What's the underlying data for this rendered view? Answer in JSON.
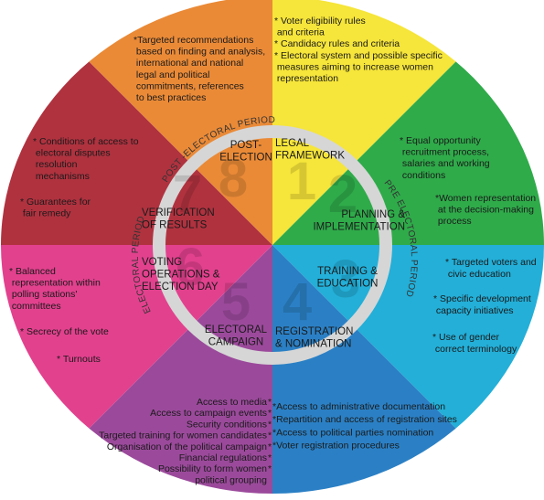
{
  "colors": {
    "s1": "#f6e53a",
    "s2": "#2fab4a",
    "s3": "#23afd8",
    "s4": "#2b80c5",
    "s5": "#9b4a9b",
    "s6": "#e2418e",
    "s7": "#b0323f",
    "s8": "#ea8a37",
    "ring": "#d6d6d6"
  },
  "ring_labels": {
    "post": "POST -ELECTORAL PERIOD",
    "electoral": "ELECTORAL PERIOD",
    "pre": "PRE ELECTORAL PERIOD"
  },
  "numbers": [
    "1",
    "2",
    "3",
    "4",
    "5",
    "6",
    "7",
    "8"
  ],
  "stages": {
    "s1": [
      "LEGAL",
      "FRAMEWORK"
    ],
    "s2": [
      "PLANNING &",
      "IMPLEMENTATION"
    ],
    "s3": [
      "TRAINING &",
      "EDUCATION"
    ],
    "s4": [
      "REGISTRATION",
      "& NOMINATION"
    ],
    "s5": [
      "ELECTORAL",
      "CAMPAIGN"
    ],
    "s6": [
      "VOTING",
      "OPERATIONS &",
      "ELECTION DAY"
    ],
    "s7": [
      "VERIFICATION",
      "OF RESULTS"
    ],
    "s8": [
      "POST-",
      "ELECTION"
    ]
  },
  "bullets": {
    "s1": [
      "* Voter eligibility rules",
      "   and criteria",
      "* Candidacy rules and criteria",
      "*  Electoral system and possible specific",
      "   measures aiming to increase women",
      "   representation"
    ],
    "s2a": [
      "* Equal opportunity",
      "   recruitment process,",
      "   salaries and working",
      "   conditions"
    ],
    "s2b": [
      "*Women representation",
      "  at the  decision-making",
      "  process"
    ],
    "s3a": [
      "* Targeted voters and",
      "   civic education"
    ],
    "s3b": [
      "*  Specific development",
      "    capacity initiatives"
    ],
    "s3c": [
      "*  Use of gender",
      "    correct terminology"
    ],
    "s4": [
      "*Access to administrative documentation",
      "*Repartition and access of registration sites",
      "*Access to political parties nomination",
      "*Voter registration procedures"
    ],
    "s5": [
      "Access to media",
      "Access to campaign events",
      "Security conditions",
      "Targeted training for women candidates",
      "Organisation of the political campaign",
      "Financial regulations",
      "Possibility to form women",
      "political grouping"
    ],
    "s5_marks": [
      "*",
      "*",
      "*",
      "*",
      "*",
      "*",
      "*"
    ],
    "s6a": [
      "* Balanced",
      "  representation within",
      "  polling stations'",
      "  committees"
    ],
    "s6b": [
      "* Secrecy of the vote"
    ],
    "s6c": [
      "* Turnouts"
    ],
    "s7a": [
      "* Conditions of access to",
      "  electoral disputes",
      "  resolution",
      "  mechanisms"
    ],
    "s7b": [
      "* Guarantees for",
      "  fair remedy"
    ],
    "s8": [
      "*Targeted recommendations",
      "  based on  finding and analysis,",
      "  international and  national",
      "  legal and political",
      "  commitments, references",
      "  to best practices"
    ]
  }
}
